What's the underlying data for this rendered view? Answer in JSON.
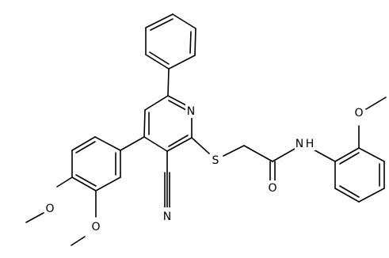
{
  "diagram": {
    "type": "chemical-structure",
    "atom_labels": {
      "pyridine_n": "N",
      "thioether_s": "S",
      "nitrile_n": "N",
      "carbonyl_o": "O",
      "amide_nh": "N",
      "amide_h": "H",
      "anilide_methoxy_o": "O",
      "dimethoxy_o_upper": "O",
      "dimethoxy_o_lower": "O"
    }
  }
}
